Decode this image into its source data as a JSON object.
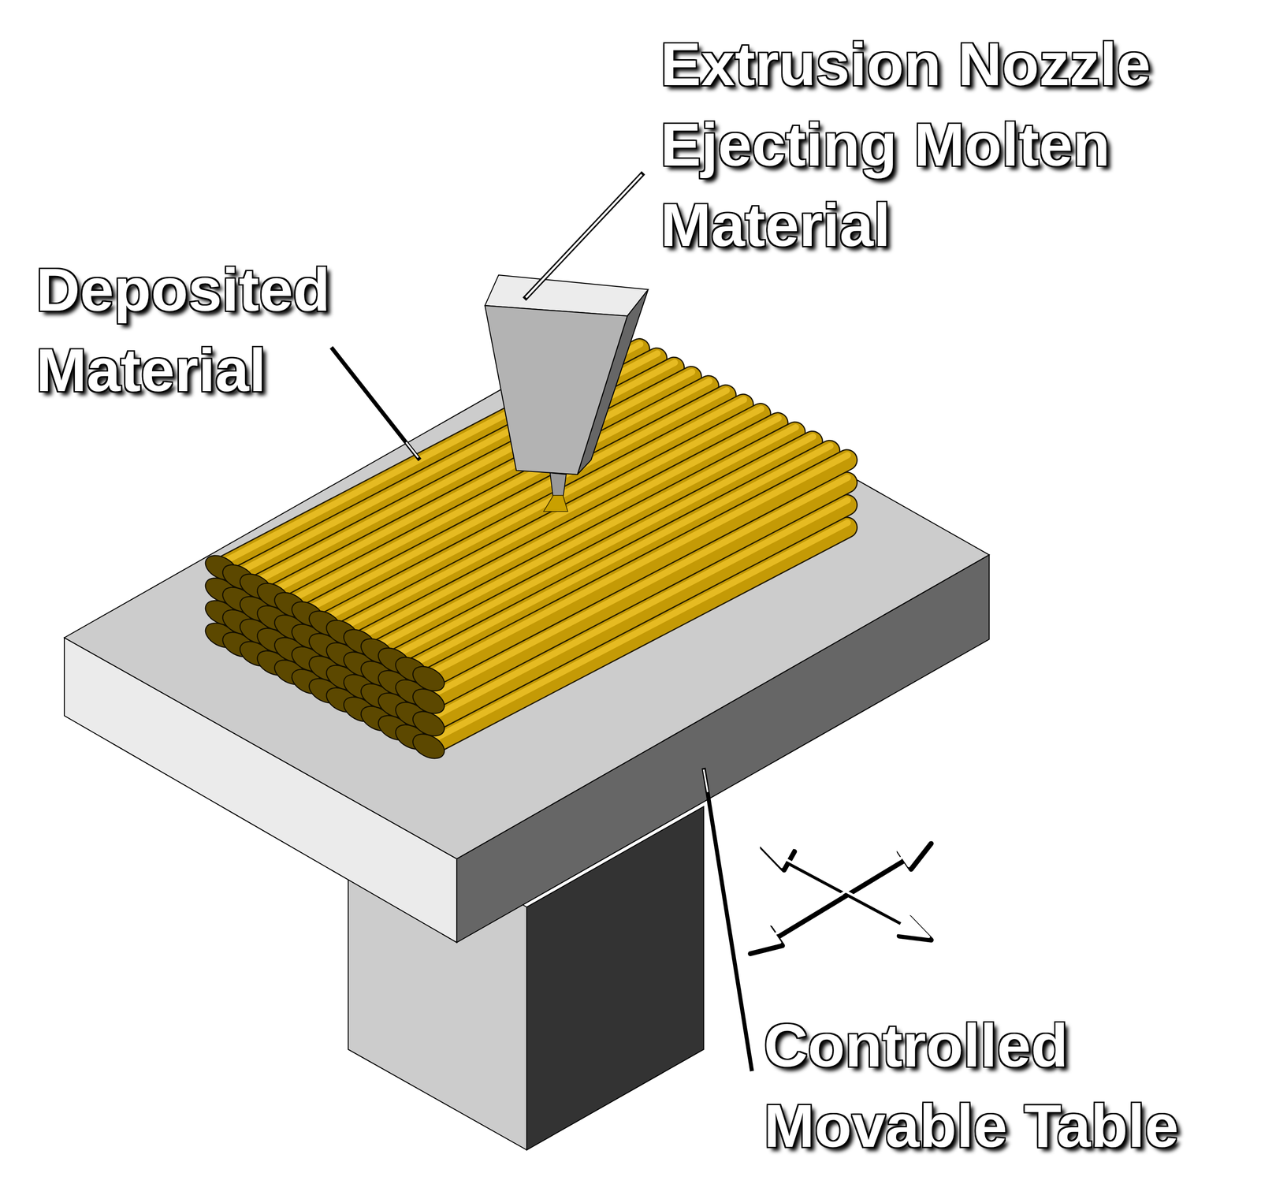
{
  "diagram": {
    "labels": [
      "Extrusion Nozzle Ejecting Molten Material",
      "Deposited Material",
      "Controlled Movable Table"
    ]
  }
}
